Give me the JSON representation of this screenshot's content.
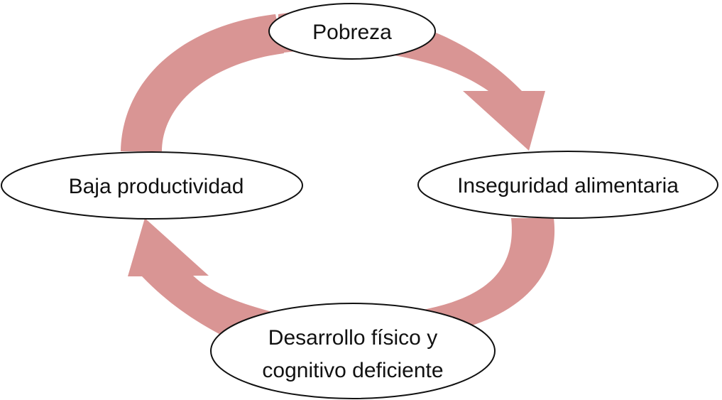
{
  "diagram": {
    "colors": {
      "arrow": "#d99594",
      "node_fill": "#ffffff",
      "node_stroke": "#111111",
      "text": "#111111"
    },
    "nodes": [
      {
        "id": "pobreza",
        "lines": [
          "Pobreza"
        ]
      },
      {
        "id": "inseguridad",
        "lines": [
          "Inseguridad alimentaria"
        ]
      },
      {
        "id": "desarrollo",
        "lines": [
          "Desarrollo físico y",
          "cognitivo deficiente"
        ]
      },
      {
        "id": "baja",
        "lines": [
          "Baja productividad"
        ]
      }
    ],
    "edges": [
      {
        "from": "pobreza",
        "to": "inseguridad"
      },
      {
        "from": "inseguridad",
        "to": "desarrollo"
      },
      {
        "from": "desarrollo",
        "to": "baja"
      },
      {
        "from": "baja",
        "to": "pobreza"
      }
    ]
  }
}
